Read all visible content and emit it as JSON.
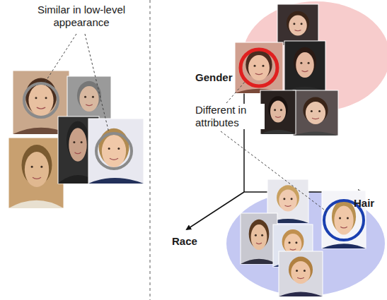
{
  "diagram": {
    "labels": [
      "Similar in low-level appearance",
      "Gender",
      "Different in attributes",
      "Hair",
      "Race"
    ]
  }
}
